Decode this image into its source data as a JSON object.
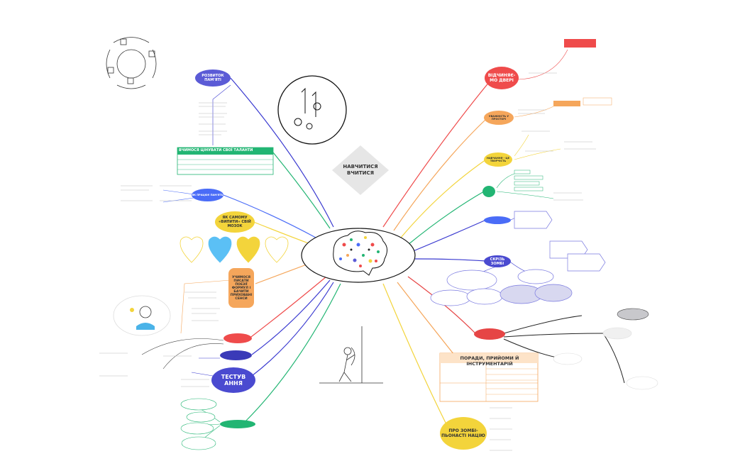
{
  "center": {
    "title_line1": "НАВЧИТИСЯ",
    "title_line2": "ВЧИТИСЯ"
  },
  "branches": {
    "memory_dev": "РОЗВИТОК ПАМ'ЯТІ",
    "talents": "ВЧИМОСЯ ЦІНУВАТИ СВОЇ ТАЛАНТИ",
    "how_remember": "ЯК ПРАЦЮЄ ПАМ'ЯТЬ",
    "pump_brain": "ЯК САМОМУ «ВИПИТИ» СВІЙ МОЗОК",
    "write_notes": "УЧИМОСЯ ПИСАТИ ПОЕЗІЇ ФОРМУЛ І БАЧИТИ ПРИХОВАНІ СЕНСИ",
    "testing": "ТЕСТУВ АННЯ",
    "doors": "ВІДЧИНЯЄ- МО ДВЕРІ",
    "attention": "УВАЖНІСТЬ У ПРОСТОРІ",
    "learning": "НАВЧАННЯ - ЦЕ ТВОРЧІСТЬ",
    "zombie": "СКРІЗЬ ЗОМБІ",
    "tips_title": "ПОРАДИ, ПРИЙОМИ Й ІНСТРУМЕНТАРІЙ",
    "zombie_proc": "ПРО ЗОМБІ- ПЬОНАСТІ НАЦІЮ"
  },
  "colors": {
    "purple": "#5b5bd6",
    "red": "#ef4b4b",
    "orange": "#f5a65b",
    "yellow": "#f3d43b",
    "green": "#22b573",
    "blue": "#4a6cf7",
    "darkred": "#e64545"
  }
}
